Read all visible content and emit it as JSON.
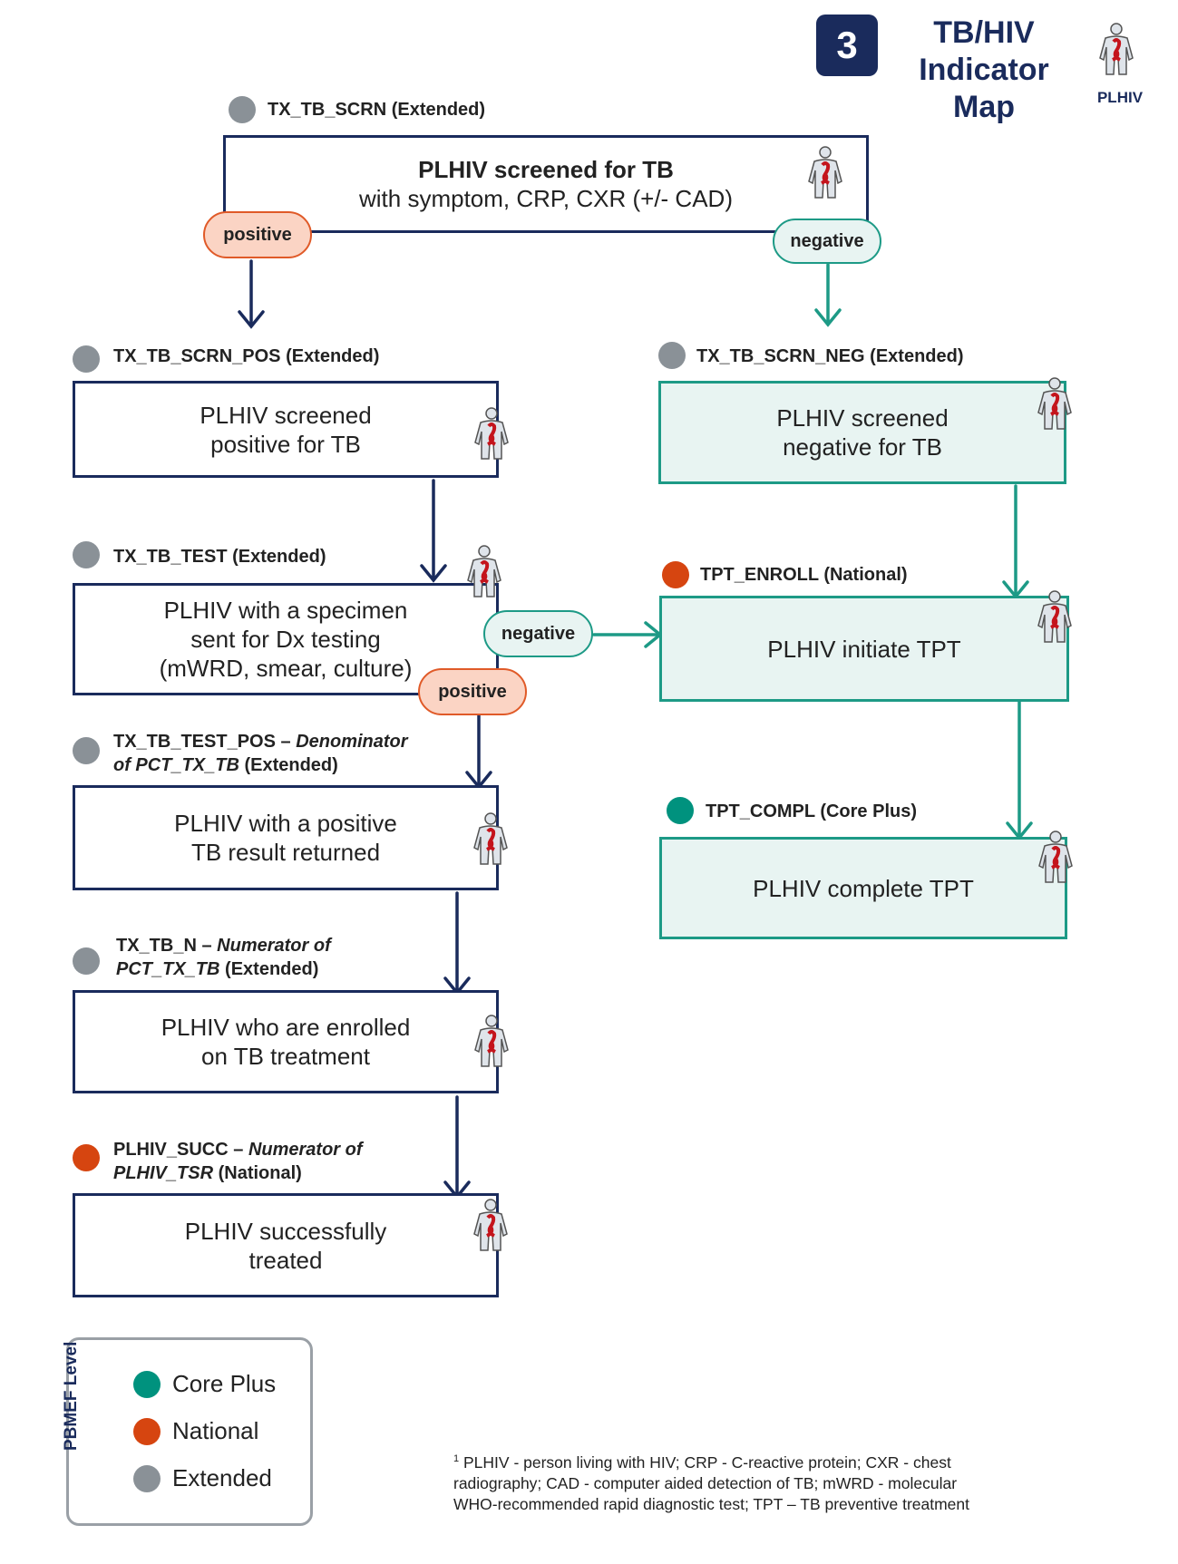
{
  "header": {
    "number": "3",
    "title_line1": "TB/HIV",
    "title_line2": "Indicator Map",
    "icon_label": "PLHIV"
  },
  "nodes": {
    "scrn": {
      "code": "TX_TB_SCRN",
      "level": "(Extended)",
      "line1": "PLHIV screened for TB",
      "line2": "with symptom, CRP, CXR (+/- CAD)"
    },
    "scrn_pos": {
      "code": "TX_TB_SCRN_POS",
      "level": "(Extended)",
      "line1": "PLHIV screened",
      "line2": "positive for TB"
    },
    "scrn_neg": {
      "code": "TX_TB_SCRN_NEG",
      "level": "(Extended)",
      "line1": "PLHIV screened",
      "line2": "negative for TB"
    },
    "test": {
      "code": "TX_TB_TEST",
      "level": "(Extended)",
      "line1": "PLHIV with a specimen",
      "line2": "sent for Dx testing",
      "line3": "(mWRD, smear, culture)"
    },
    "tpt_enroll": {
      "code": "TPT_ENROLL",
      "level": "(National)",
      "line1": "PLHIV initiate TPT"
    },
    "test_pos": {
      "code": "TX_TB_TEST_POS",
      "dash": " – ",
      "italic1": "Denominator",
      "italic2": "of PCT_TX_TB",
      "level": "(Extended)",
      "line1": "PLHIV with a positive",
      "line2": "TB result returned"
    },
    "tpt_compl": {
      "code": "TPT_COMPL",
      "level": "(Core Plus)",
      "line1": "PLHIV complete TPT"
    },
    "tx_tb_n": {
      "code": "TX_TB_N",
      "dash": " – ",
      "italic1": "Numerator of",
      "italic2": "PCT_TX_TB",
      "level": "(Extended)",
      "line1": "PLHIV who are enrolled",
      "line2": "on TB treatment"
    },
    "plhiv_succ": {
      "code": "PLHIV_SUCC",
      "dash": " – ",
      "italic1": "Numerator of",
      "italic2": "PLHIV_TSR",
      "level": "(National)",
      "line1": "PLHIV successfully",
      "line2": "treated"
    }
  },
  "pills": {
    "positive": "positive",
    "negative": "negative"
  },
  "legend": {
    "title": "PBMEF Level",
    "items": [
      {
        "label": "Core Plus",
        "color": "#00927e"
      },
      {
        "label": "National",
        "color": "#d64510"
      },
      {
        "label": "Extended",
        "color": "#8a9197"
      }
    ]
  },
  "colors": {
    "navy": "#1a2b5c",
    "teal": "#1d9a86",
    "orange": "#d64510",
    "grey": "#8a9197"
  },
  "icons": {
    "person": "plhiv-person-icon"
  },
  "footnote": {
    "sup": "1",
    "line1": "PLHIV - person living with HIV; CRP - C-reactive protein; CXR - chest",
    "line2": "radiography; CAD - computer aided detection of TB; mWRD - molecular",
    "line3": "WHO-recommended rapid diagnostic test; TPT – TB preventive treatment"
  }
}
